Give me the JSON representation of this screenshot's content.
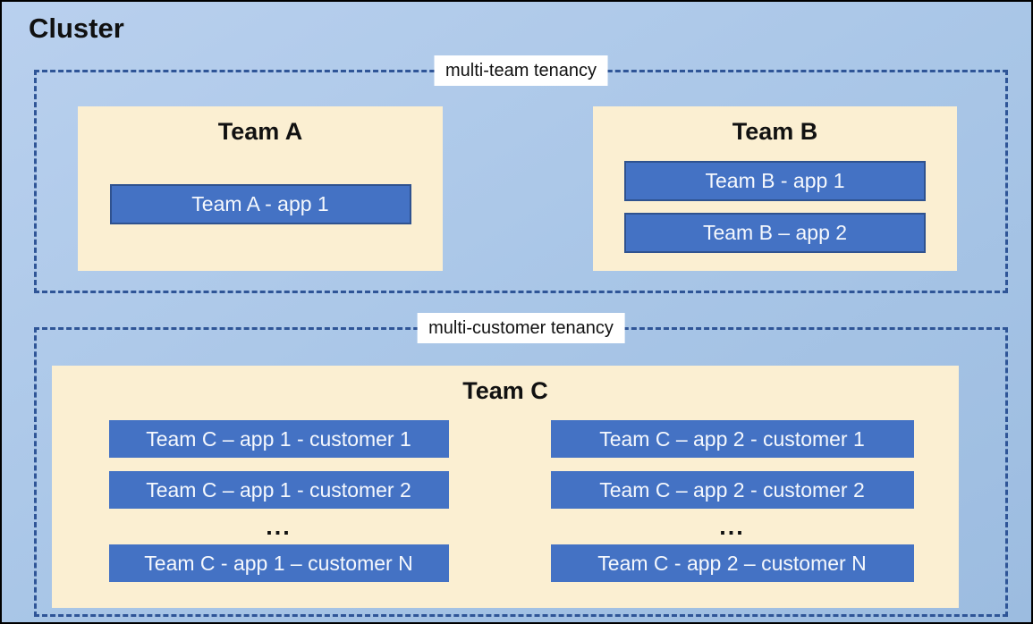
{
  "cluster": {
    "title": "Cluster"
  },
  "sections": [
    {
      "label": "multi-team tenancy",
      "teams": [
        {
          "name": "Team A",
          "apps": [
            "Team A - app 1"
          ]
        },
        {
          "name": "Team B",
          "apps": [
            "Team B - app 1",
            "Team B – app 2"
          ]
        }
      ]
    },
    {
      "label": "multi-customer tenancy",
      "team": {
        "name": "Team C",
        "columns": [
          {
            "apps": [
              "Team C – app 1 - customer 1",
              "Team C – app 1 - customer 2"
            ],
            "ellipsis": "...",
            "last_app": "Team C - app 1 – customer N"
          },
          {
            "apps": [
              "Team C – app 2 - customer 1",
              "Team C – app 2 - customer 2"
            ],
            "ellipsis": "...",
            "last_app": "Team C - app 2 – customer N"
          }
        ]
      }
    }
  ],
  "colors": {
    "background_top": "#B9D0EE",
    "background_mid": "#A9C6E7",
    "background_bottom": "#9CBCE0",
    "dashed_border": "#2F5597",
    "team_fill": "#FBEFD2",
    "app_fill": "#4472C4",
    "app_border": "#2F528F",
    "app_text": "#F5F8FD",
    "label_bg": "#FFFFFF",
    "text": "#111111"
  }
}
